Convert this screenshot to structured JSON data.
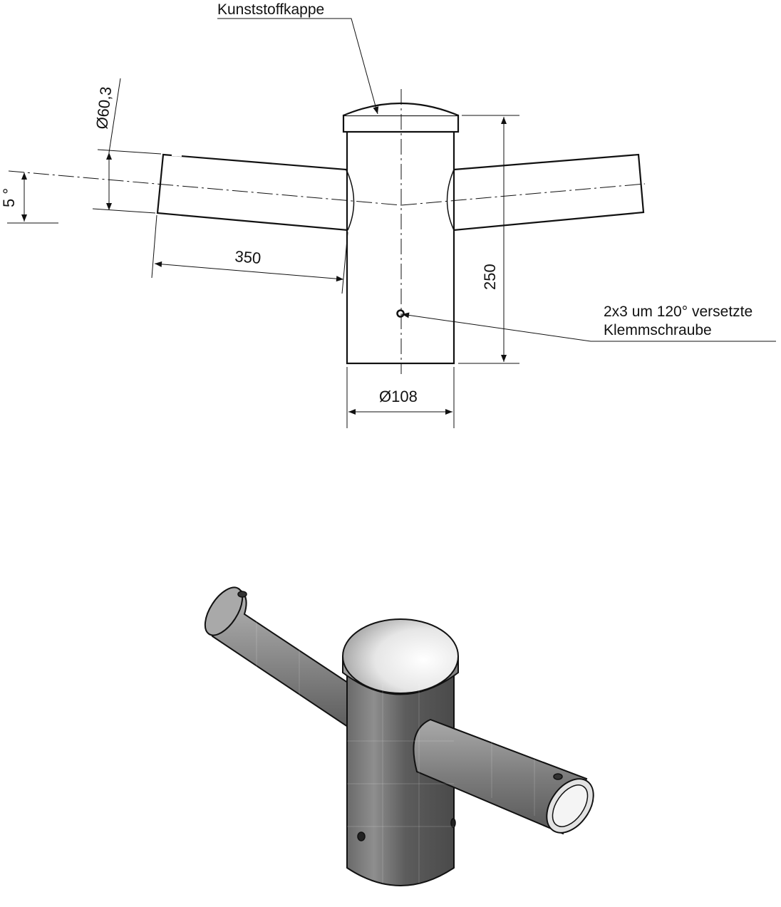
{
  "labels": {
    "cap": "Kunststoffkappe",
    "screw_line1": "2x3 um 120° versetzte",
    "screw_line2": "Klemmschraube"
  },
  "dimensions": {
    "arm_diameter": "Ø60,3",
    "angle": "5 °",
    "arm_length": "350",
    "height": "250",
    "pole_diameter": "Ø108"
  },
  "colors": {
    "line": "#111111",
    "metal_dark": "#5a5a5a",
    "metal_light": "#bdbdbd"
  }
}
